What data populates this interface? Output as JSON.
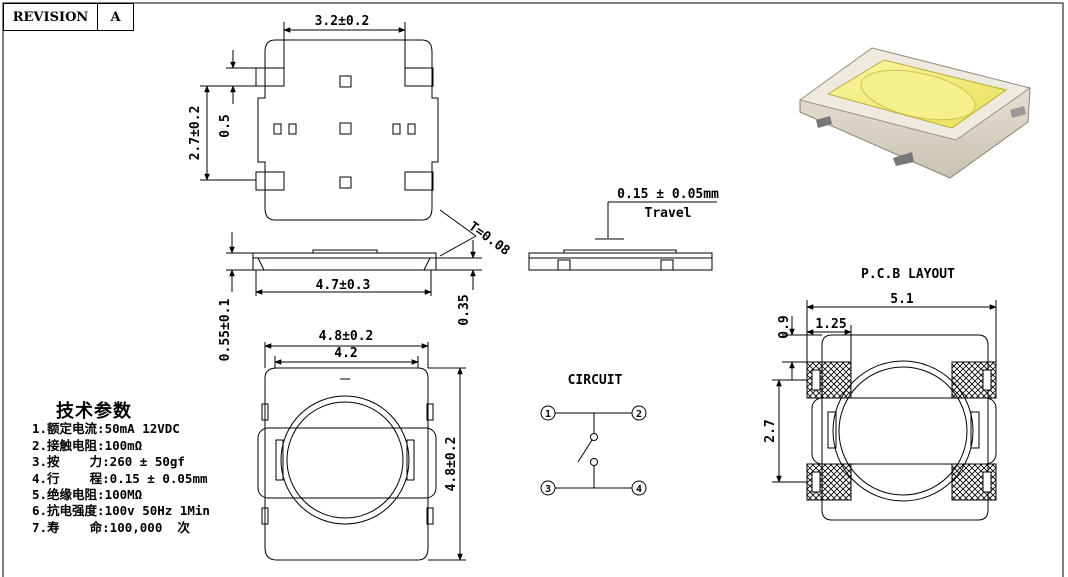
{
  "revision": {
    "label": "REVISION",
    "value": "A"
  },
  "top_view": {
    "width_dim": "3.2±0.2",
    "height_dim": "2.7±0.2",
    "pad_dim": "0.5"
  },
  "side_view": {
    "length_dim": "4.7±0.3",
    "height_dim": "0.55±0.1",
    "step_dim": "0.35",
    "thickness_dim": "T=0.08"
  },
  "travel_view": {
    "travel_value": "0.15 ± 0.05mm",
    "travel_label": "Travel"
  },
  "bottom_view": {
    "outer_width": "4.8±0.2",
    "inner_width": "4.2",
    "height": "4.8±0.2"
  },
  "circuit": {
    "title": "CIRCUIT",
    "pins": [
      "1",
      "2",
      "3",
      "4"
    ]
  },
  "pcb": {
    "title": "P.C.B LAYOUT",
    "width_dim": "5.1",
    "top_dim": "0.9",
    "pad_dim": "1.25",
    "pitch_dim": "2.7"
  },
  "specs": {
    "title": "技术参数",
    "items": [
      "1.额定电流:50mA 12VDC",
      "2.接触电阻:100mΩ",
      "3.按    力:260 ± 50gf",
      "4.行    程:0.15 ± 0.05mm",
      "5.绝缘电阻:100MΩ",
      "6.抗电强度:100v 50Hz 1Min",
      "7.寿    命:100,000  次"
    ]
  },
  "colors": {
    "line": "#000000",
    "dome": "#f3ec7a",
    "body": "#e6e1d3"
  }
}
